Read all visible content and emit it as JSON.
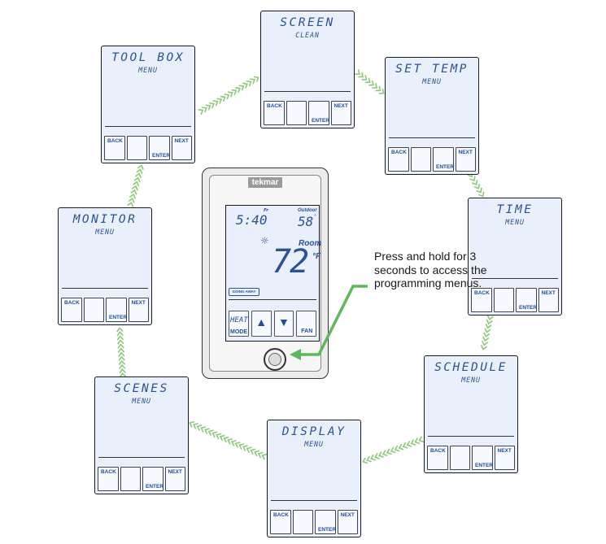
{
  "menus": [
    {
      "id": "screen",
      "title": "SCREEN",
      "subtitle": "CLEAN"
    },
    {
      "id": "set-temp",
      "title": "SET TEMP",
      "subtitle": "MENU"
    },
    {
      "id": "time",
      "title": "TIME",
      "subtitle": "MENU"
    },
    {
      "id": "schedule",
      "title": "SCHEDULE",
      "subtitle": "MENU"
    },
    {
      "id": "display",
      "title": "DISPLAY",
      "subtitle": "MENU"
    },
    {
      "id": "scenes",
      "title": "SCENES",
      "subtitle": "MENU"
    },
    {
      "id": "monitor",
      "title": "MONITOR",
      "subtitle": "MENU"
    },
    {
      "id": "tool-box",
      "title": "TOOL BOX",
      "subtitle": "MENU"
    }
  ],
  "buttons": {
    "back": "BACK",
    "enter": "ENTER",
    "next": "NEXT"
  },
  "thermostat": {
    "brand": "tekmar",
    "day": "Fr",
    "time": "5:40",
    "outdoor_label": "Outdoor",
    "outdoor_temp": "58",
    "room_label": "Room",
    "room_temp": "72",
    "unit": "°F",
    "away_label": "GOING AWAY",
    "mode_display": "HEAT",
    "mode_label": "MODE",
    "up_icon": "▲",
    "down_icon": "▼",
    "fan_label": "FAN"
  },
  "note": "Press and hold for 3 seconds to access the programming menus.",
  "colors": {
    "lcd_text": "#2c5296",
    "lcd_bg": "#e9f0fb",
    "chain": "#8dc87a",
    "pointer": "#5cb85c"
  }
}
